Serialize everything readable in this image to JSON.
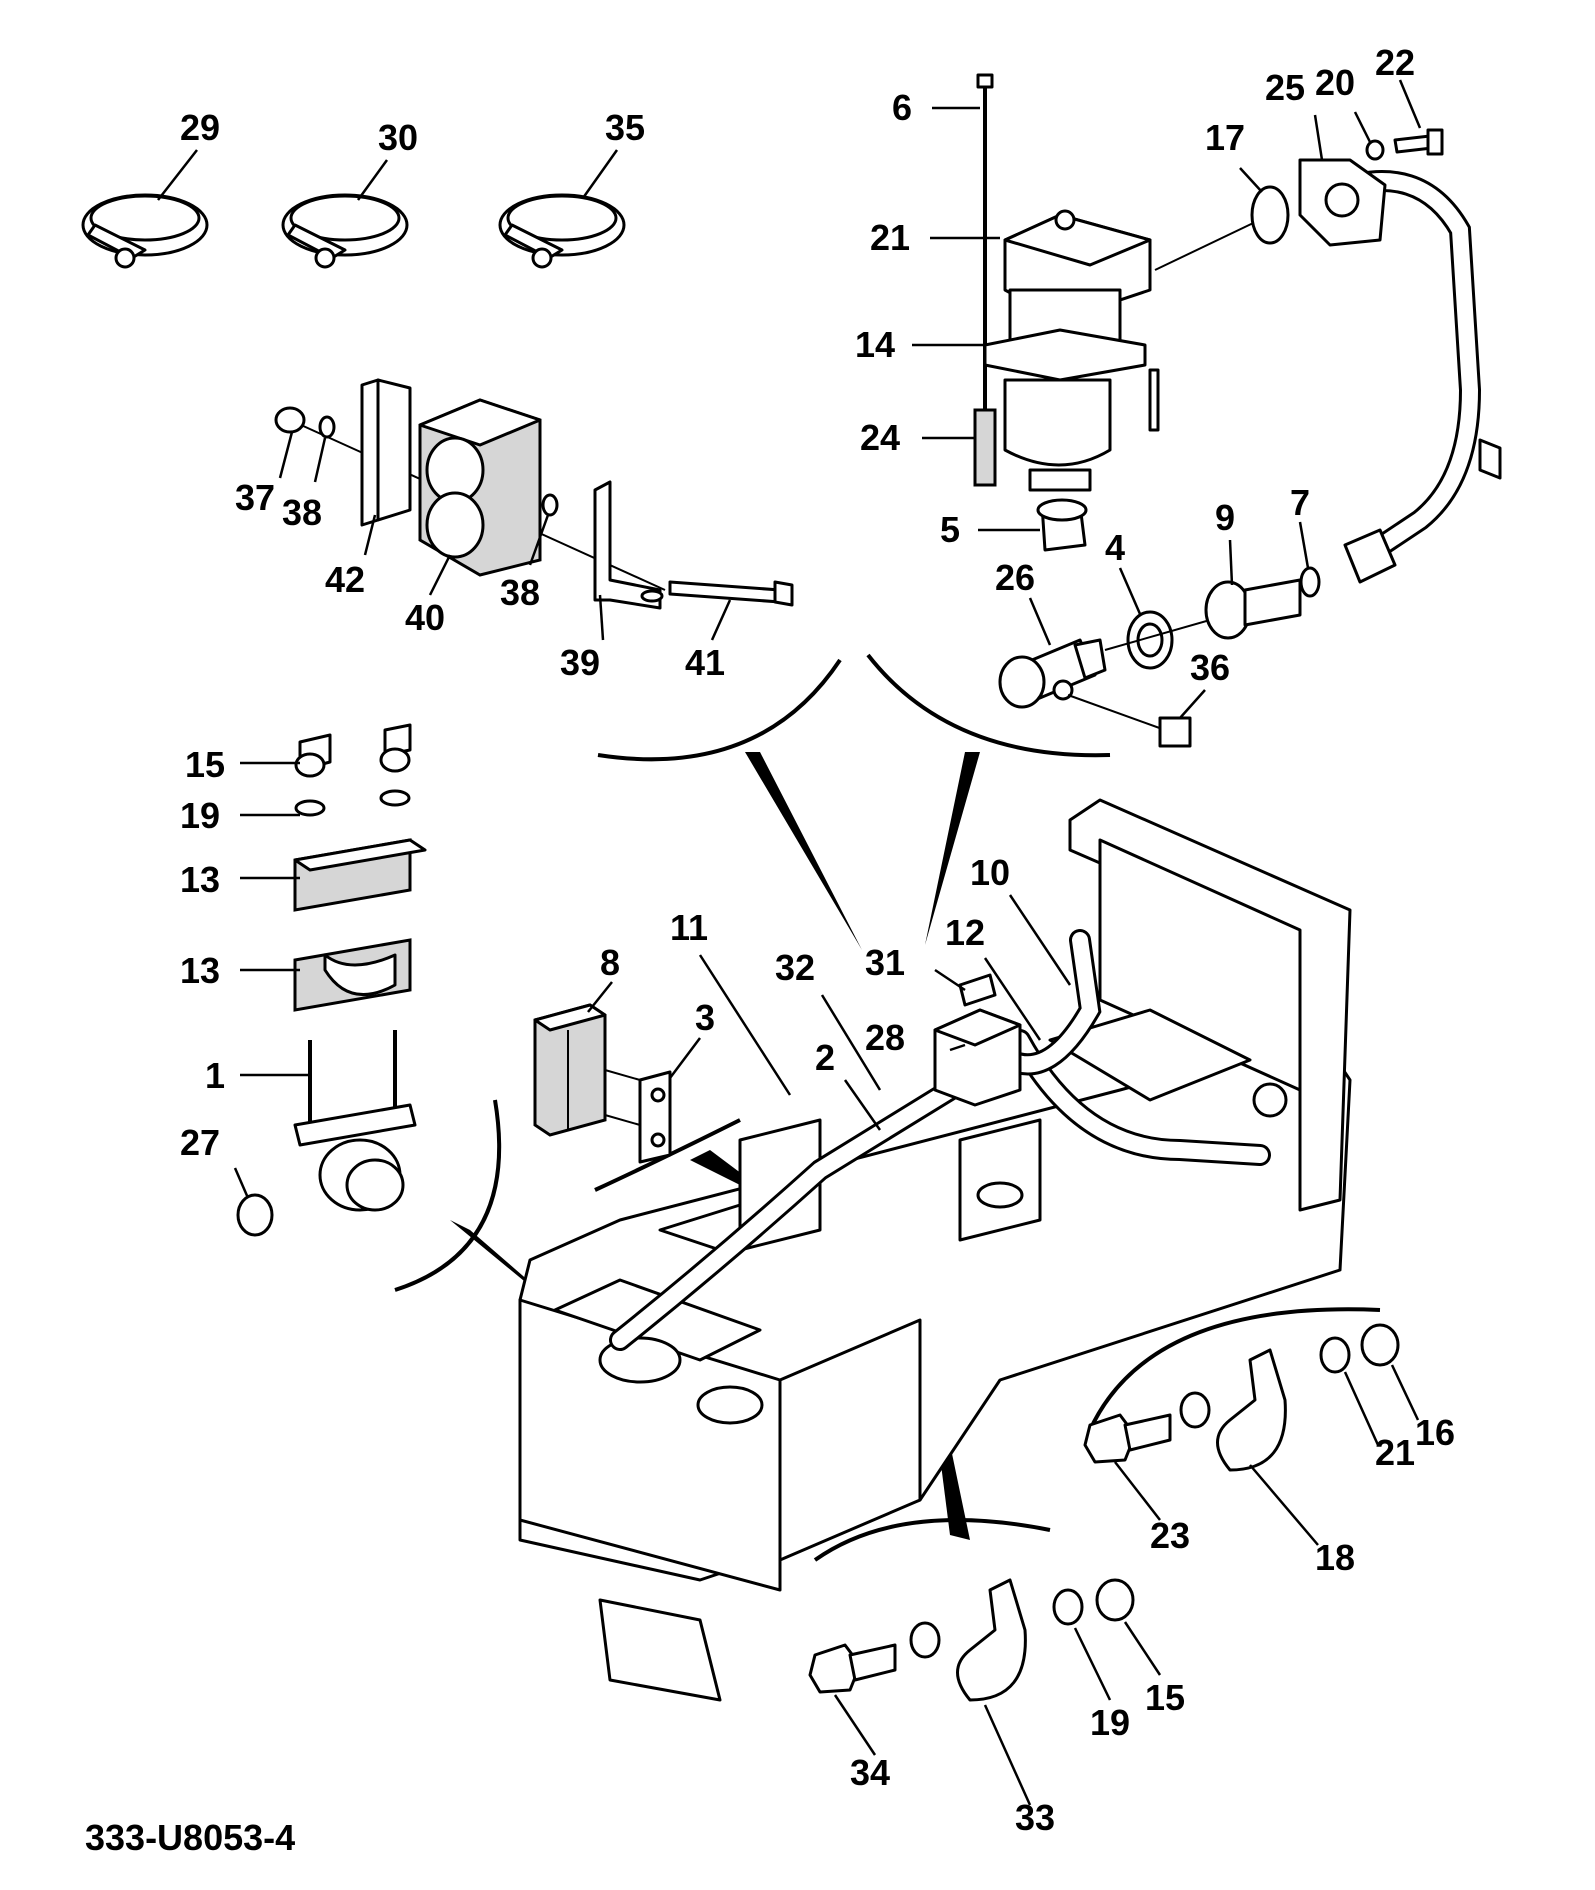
{
  "drawing_number": "333-U8053-4",
  "callouts": [
    {
      "id": "c29",
      "text": "29"
    },
    {
      "id": "c30",
      "text": "30"
    },
    {
      "id": "c35",
      "text": "35"
    },
    {
      "id": "c6",
      "text": "6"
    },
    {
      "id": "c21a",
      "text": "21"
    },
    {
      "id": "c14",
      "text": "14"
    },
    {
      "id": "c24",
      "text": "24"
    },
    {
      "id": "c5",
      "text": "5"
    },
    {
      "id": "c25",
      "text": "25"
    },
    {
      "id": "c20",
      "text": "20"
    },
    {
      "id": "c22",
      "text": "22"
    },
    {
      "id": "c17",
      "text": "17"
    },
    {
      "id": "c4",
      "text": "4"
    },
    {
      "id": "c9",
      "text": "9"
    },
    {
      "id": "c7",
      "text": "7"
    },
    {
      "id": "c26",
      "text": "26"
    },
    {
      "id": "c36",
      "text": "36"
    },
    {
      "id": "c37",
      "text": "37"
    },
    {
      "id": "c38a",
      "text": "38"
    },
    {
      "id": "c42",
      "text": "42"
    },
    {
      "id": "c40",
      "text": "40"
    },
    {
      "id": "c38b",
      "text": "38"
    },
    {
      "id": "c39",
      "text": "39"
    },
    {
      "id": "c41",
      "text": "41"
    },
    {
      "id": "c15a",
      "text": "15"
    },
    {
      "id": "c19a",
      "text": "19"
    },
    {
      "id": "c13a",
      "text": "13"
    },
    {
      "id": "c13b",
      "text": "13"
    },
    {
      "id": "c1",
      "text": "1"
    },
    {
      "id": "c27",
      "text": "27"
    },
    {
      "id": "c8",
      "text": "8"
    },
    {
      "id": "c3",
      "text": "3"
    },
    {
      "id": "c11",
      "text": "11"
    },
    {
      "id": "c32",
      "text": "32"
    },
    {
      "id": "c31",
      "text": "31"
    },
    {
      "id": "c12",
      "text": "12"
    },
    {
      "id": "c10",
      "text": "10"
    },
    {
      "id": "c2",
      "text": "2"
    },
    {
      "id": "c28",
      "text": "28"
    },
    {
      "id": "c21b",
      "text": "21"
    },
    {
      "id": "c16",
      "text": "16"
    },
    {
      "id": "c23",
      "text": "23"
    },
    {
      "id": "c18",
      "text": "18"
    },
    {
      "id": "c34",
      "text": "34"
    },
    {
      "id": "c19b",
      "text": "19"
    },
    {
      "id": "c15b",
      "text": "15"
    },
    {
      "id": "c33",
      "text": "33"
    }
  ]
}
